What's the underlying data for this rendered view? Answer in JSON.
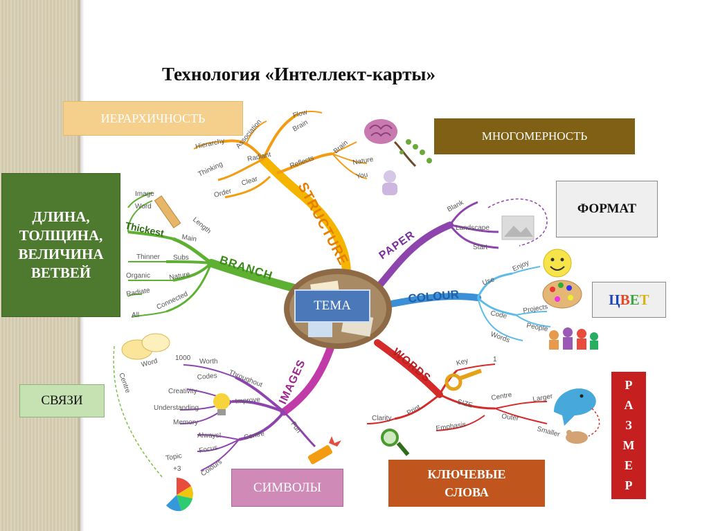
{
  "title": "Технология «Интеллект-карты»",
  "center_label": "ТЕМА",
  "labels": {
    "hierarchy": "ИЕРАРХИЧНОСТЬ",
    "dimension": "МНОГОМЕРНОСТЬ",
    "branches": "ДЛИНА,\nТОЛЩИНА,\nВЕЛИЧИНА\nВЕТВЕЙ",
    "format": "ФОРМАТ",
    "color_letters": [
      "Ц",
      "В",
      "Е",
      "Т"
    ],
    "links": "СВЯЗИ",
    "size_letters": [
      "Р",
      "А",
      "З",
      "М",
      "Е",
      "Р"
    ],
    "symbols": "СИМВОЛЫ",
    "keywords": "КЛЮЧЕВЫЕ\nСЛОВА"
  },
  "colors": {
    "tan": "#f5cf8c",
    "olive": "#7f6014",
    "green_dark": "#4e7a2f",
    "gray_box": "#efefef",
    "blue_box": "#4a78b8",
    "light_green": "#c6e2b3",
    "red_box": "#c51f1f",
    "pink": "#d08ab8",
    "rust": "#c0561d",
    "color_letter_1": "#2244bb",
    "color_letter_2": "#e34a2a",
    "color_letter_3": "#3fa34a",
    "color_letter_4": "#d9b21e"
  },
  "branches": {
    "structure": {
      "title": "STRUCTURE",
      "words": [
        "Radiant",
        "Reflects",
        "Clear",
        "Association",
        "Flow",
        "Brain",
        "Hierarchy",
        "Thinking",
        "Order",
        "Brain",
        "Nature",
        "You"
      ]
    },
    "branch": {
      "title": "BRANCH",
      "words": [
        "Length",
        "Main",
        "Thickest",
        "Subs",
        "Thinner",
        "Nature",
        "Organic",
        "Radiate",
        "Connected",
        "All",
        "Image",
        "Word"
      ]
    },
    "paper": {
      "title": "PAPER",
      "words": [
        "Blank",
        "Landscape",
        "Start"
      ]
    },
    "colour": {
      "title": "COLOUR",
      "words": [
        "Use",
        "Enjoy",
        "Code",
        "Projects",
        "People",
        "Words"
      ]
    },
    "images": {
      "title": "IMAGES",
      "words": [
        "Throughout",
        "Word",
        "1000",
        "Worth",
        "Codes",
        "Creativity",
        "Improve",
        "Understanding",
        "Memory",
        "Centre",
        "Always!",
        "Focus",
        "Topic",
        "Colours",
        "+3",
        "Fun",
        "Centre"
      ]
    },
    "words": {
      "title": "WORDS",
      "words": [
        "Key",
        "1",
        "SIZE",
        "Print",
        "Clarity",
        "Centre",
        "Larger",
        "Outer",
        "Smaller",
        "Emphasis"
      ]
    }
  }
}
